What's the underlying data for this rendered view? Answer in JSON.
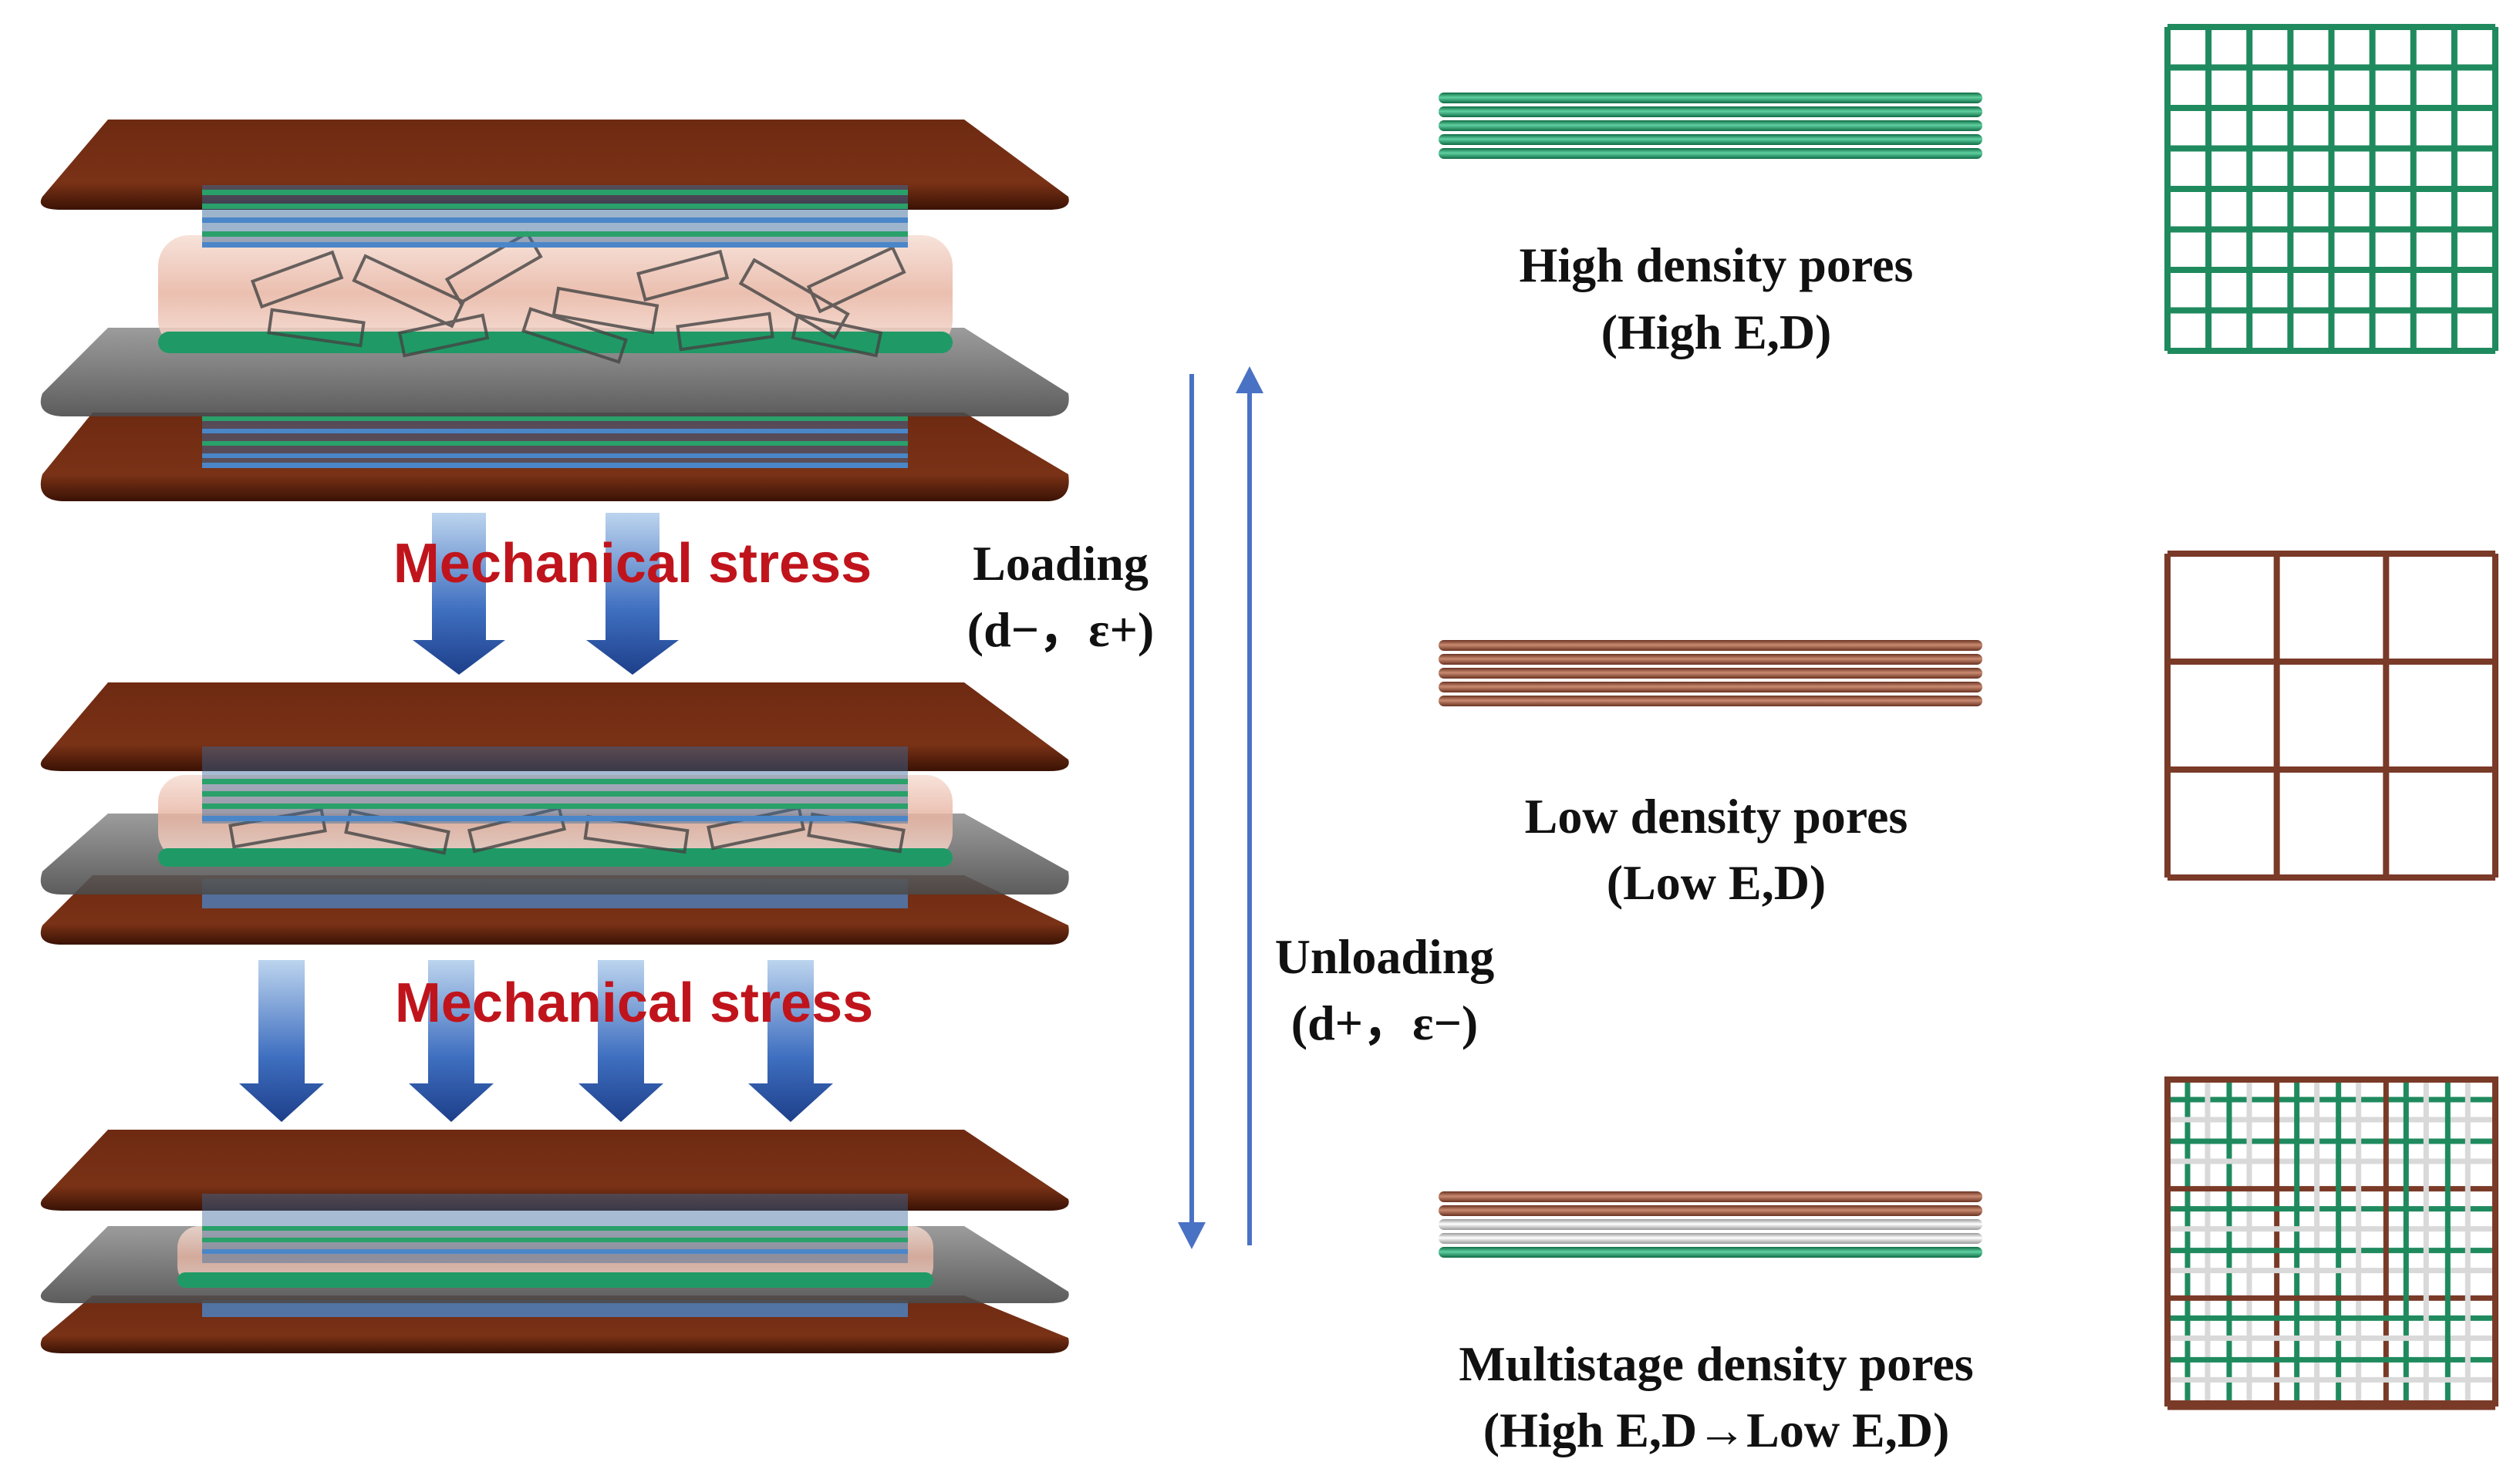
{
  "stress_labels": [
    "Mechanical stress",
    "Mechanical stress"
  ],
  "loading": {
    "label": "Loading",
    "params": "(d−，ε+)"
  },
  "unloading": {
    "label": "Unloading",
    "params": "(d+，ε−)"
  },
  "pore_types": [
    {
      "title": "High density pores",
      "subtitle": "(High E,D)"
    },
    {
      "title": "Low density pores",
      "subtitle": "(Low E,D)"
    },
    {
      "title": "Multistage density pores",
      "subtitle": "(High E,D→Low E,D)"
    }
  ],
  "colors": {
    "electrode_brown": "#6e2a12",
    "grey_layer": "#7a7a7a",
    "green_layer": "#1f8a5e",
    "blue_layer": "#4a86c8",
    "pink_layer": "#e8b5a3",
    "arrow_blue": "#4a72c4",
    "stress_red": "#c0141c"
  }
}
